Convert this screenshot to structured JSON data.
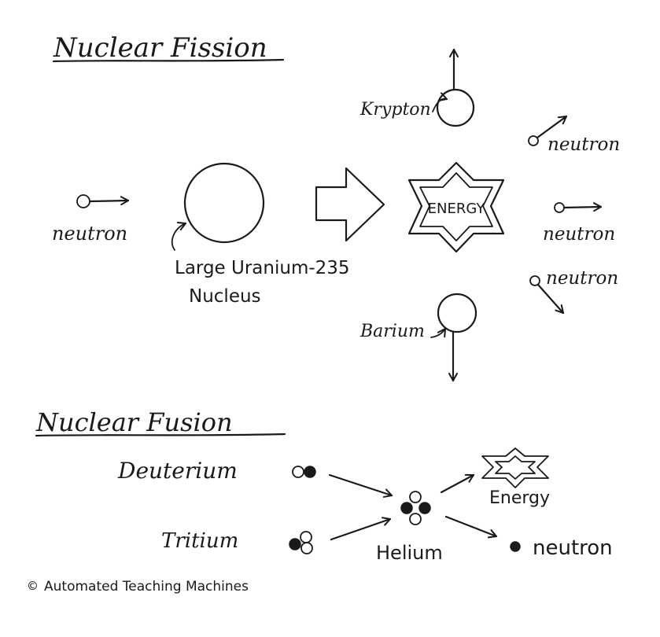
{
  "fission": {
    "title": "Nuclear Fission",
    "incoming_neutron_label": "neutron",
    "nucleus_label_line1": "Large Uranium-235",
    "nucleus_label_line2": "Nucleus",
    "energy_label": "ENERGY",
    "krypton_label": "Krypton",
    "barium_label": "Barium",
    "neutron_out_1": "neutron",
    "neutron_out_2": "neutron",
    "neutron_out_3": "neutron"
  },
  "fusion": {
    "title": "Nuclear Fusion",
    "deuterium_label": "Deuterium",
    "tritium_label": "Tritium",
    "helium_label": "Helium",
    "energy_label": "Energy",
    "neutron_label": "neutron"
  },
  "footer": {
    "copyright_symbol": "©",
    "credit": "Automated Teaching Machines"
  }
}
